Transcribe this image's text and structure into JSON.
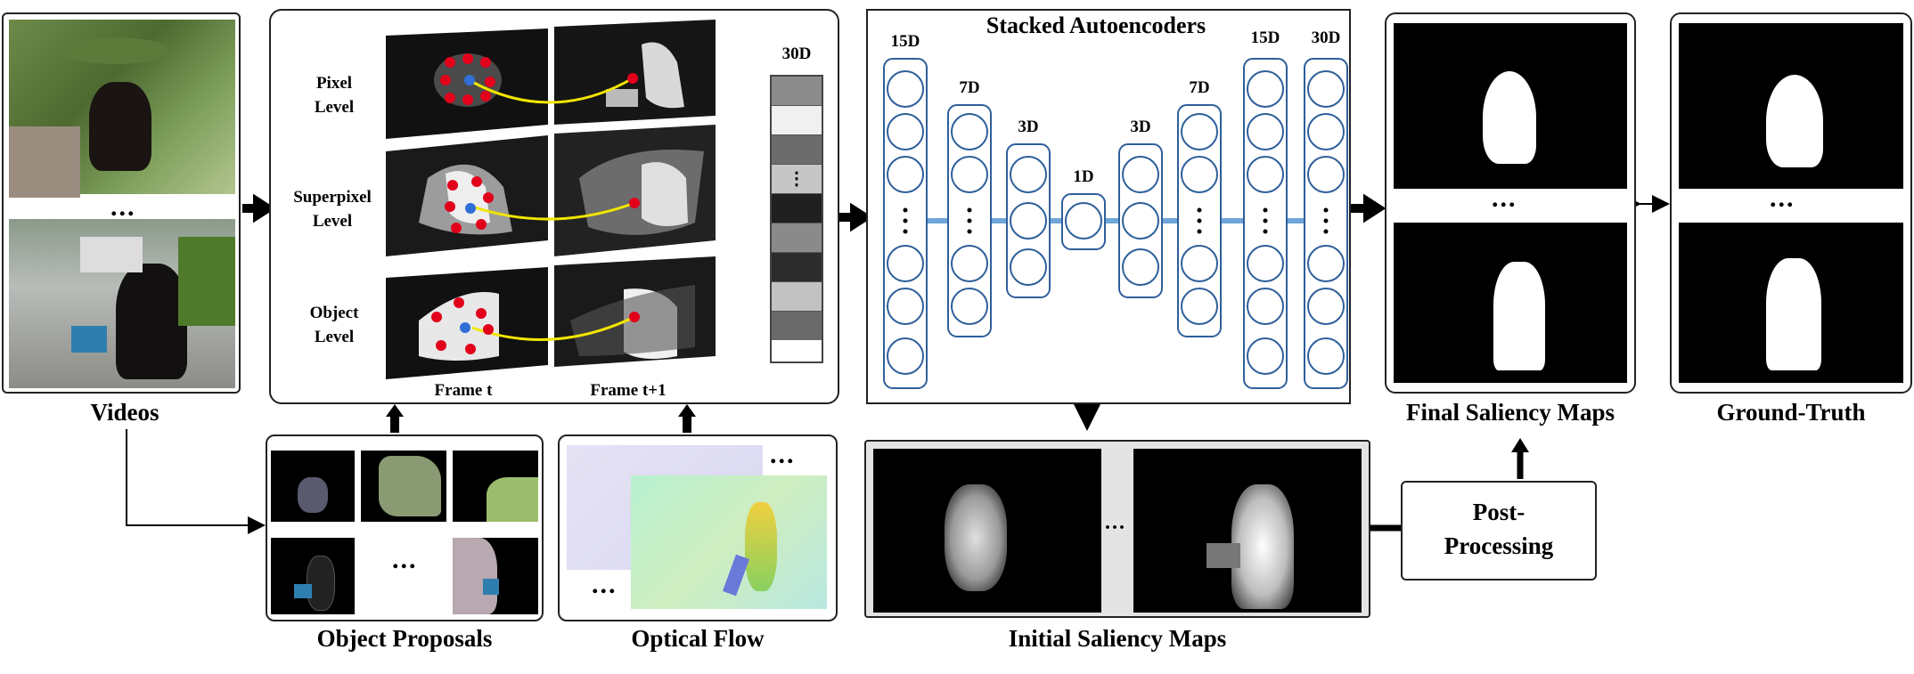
{
  "videos": {
    "label": "Videos",
    "ellipsis": "..."
  },
  "feature_levels": {
    "pixel": [
      "Pixel",
      "Level"
    ],
    "superpixel": [
      "Superpixel",
      "Level"
    ],
    "object": [
      "Object",
      "Level"
    ],
    "frame_t": "Frame t",
    "frame_t1": "Frame t+1",
    "vector_dim": "30D",
    "vector_ellipsis": "⋮"
  },
  "autoencoder": {
    "title": "Stacked Autoencoders",
    "layers": [
      "15D",
      "7D",
      "3D",
      "1D",
      "3D",
      "7D",
      "15D",
      "30D"
    ]
  },
  "object_proposals": {
    "label": "Object Proposals",
    "ellipsis": "..."
  },
  "optical_flow": {
    "label": "Optical Flow",
    "ellipsis": "..."
  },
  "initial_saliency": {
    "label": "Initial Saliency Maps",
    "ellipsis": "..."
  },
  "post_processing": {
    "line1": "Post-",
    "line2": "Processing"
  },
  "final_saliency": {
    "label": "Final Saliency Maps",
    "ellipsis": "..."
  },
  "ground_truth": {
    "label": "Ground-Truth",
    "ellipsis": "..."
  }
}
